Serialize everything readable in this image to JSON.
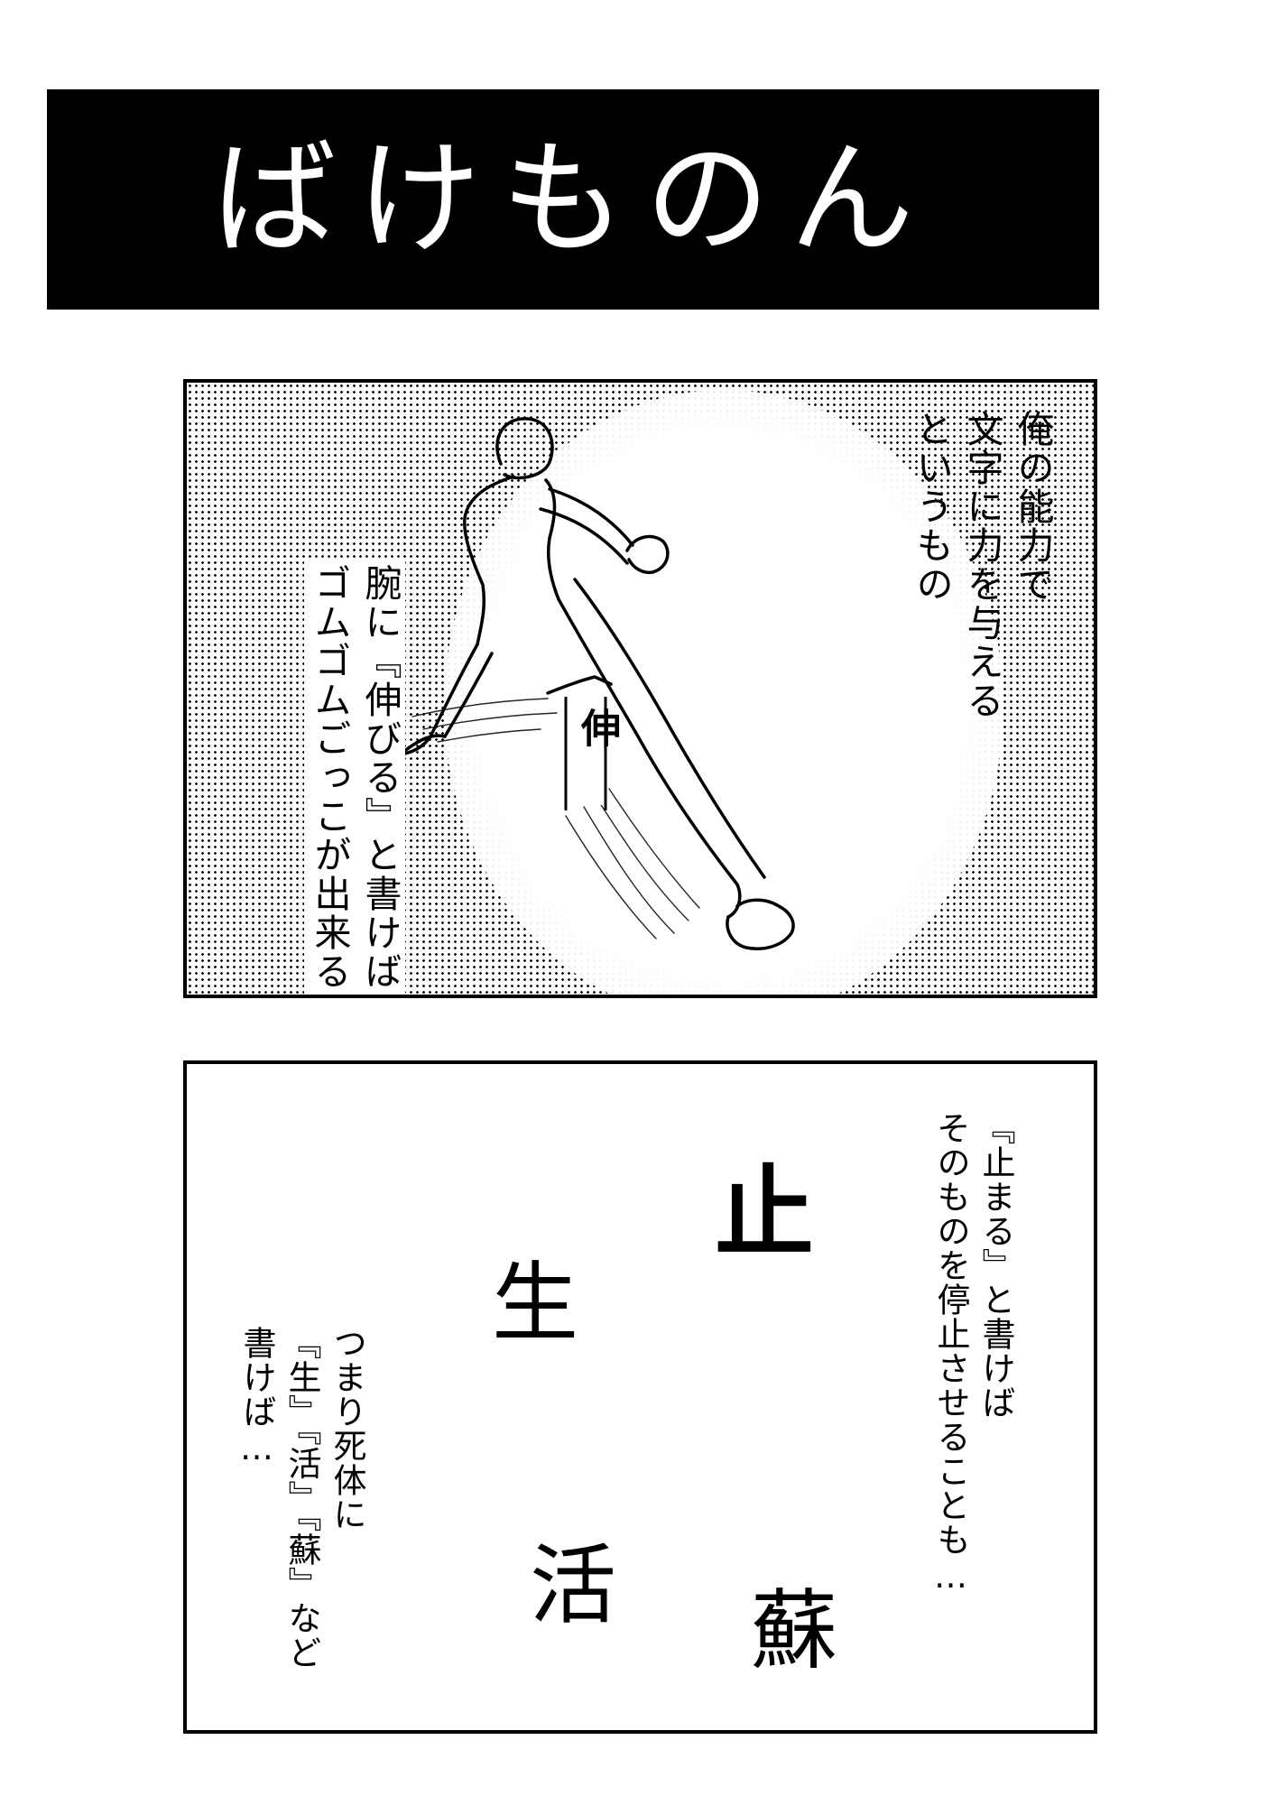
{
  "title": "ばけものん",
  "panel1": {
    "caption_right": [
      "俺の能力で",
      "文字に力を与える",
      "というもの"
    ],
    "caption_left": [
      "腕に『伸びる』と書けば",
      "ゴムゴムごっこが出来る"
    ],
    "arm_label": "伸"
  },
  "panel2": {
    "caption_right": [
      "『止まる』と書けば",
      "そのものを停止させることも…"
    ],
    "caption_left": [
      "つまり死体に",
      "『生』『活』『蘇』など",
      "書けば…"
    ],
    "kanji": {
      "stop": "止",
      "live": "生",
      "act": "活",
      "revive": "蘇"
    }
  }
}
